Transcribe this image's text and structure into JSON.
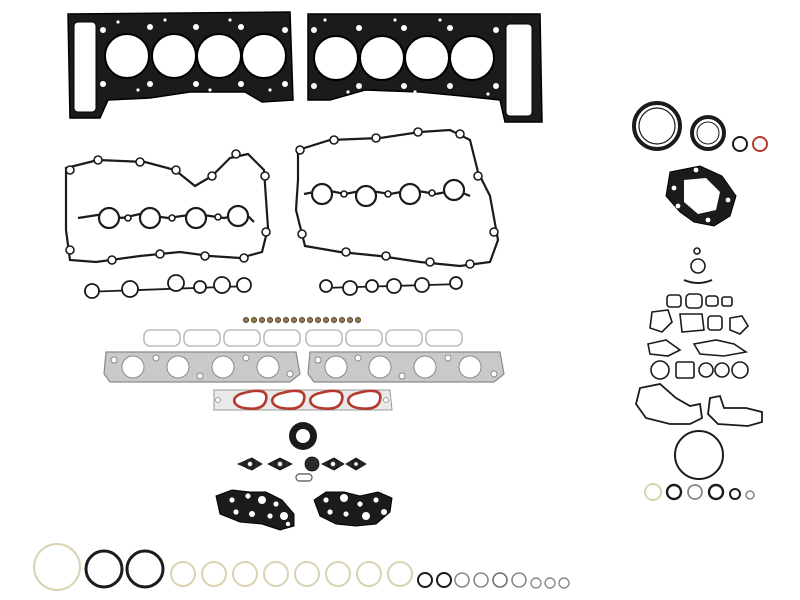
{
  "image": {
    "background": "#ffffff",
    "colors": {
      "metal_black": "#1b1b1b",
      "metal_dark": "#2a2a2a",
      "hole_white": "#ffffff",
      "silver": "#c9c9c9",
      "silver_dark": "#8a8a8a",
      "beige_ring": "#d9d3b4",
      "red_rubber": "#b43a2e",
      "gray_rubber": "#6d6d6d"
    },
    "parts": [
      "cylinder-head-gasket",
      "valve-cover-gasket",
      "intake-manifold-gasket",
      "exhaust-manifold-gasket",
      "oil-seal",
      "timing-cover-gasket",
      "o-ring",
      "valve-stem-seal"
    ]
  }
}
